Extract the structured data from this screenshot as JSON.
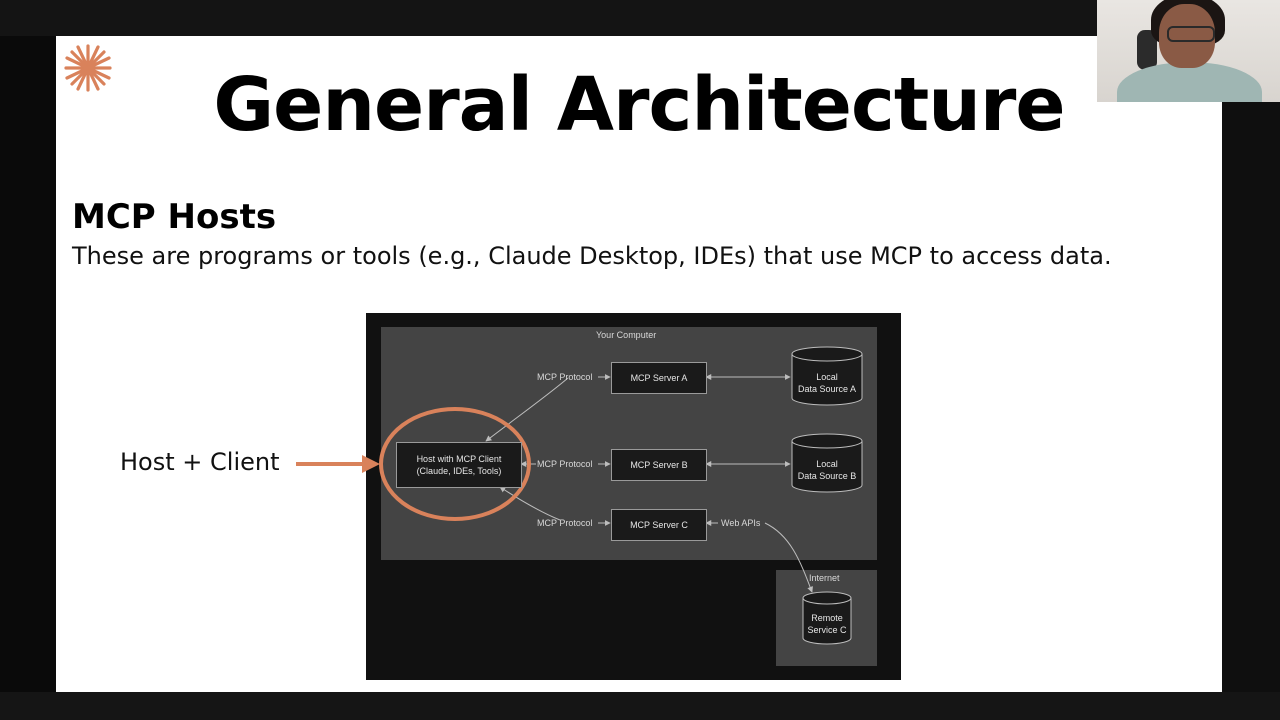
{
  "slide": {
    "title": "General Architecture",
    "subtitle": "MCP Hosts",
    "description": "These are programs or tools (e.g., Claude Desktop, IDEs) that use MCP to access data."
  },
  "annotation": {
    "label": "Host + Client",
    "color": "#d9825b"
  },
  "diagram": {
    "computer_label": "Your Computer",
    "internet_label": "Internet",
    "host": {
      "line1": "Host with MCP Client",
      "line2": "(Claude, IDEs, Tools)"
    },
    "protocol_labels": [
      "MCP Protocol",
      "MCP Protocol",
      "MCP Protocol"
    ],
    "servers": [
      "MCP Server A",
      "MCP Server B",
      "MCP Server C"
    ],
    "sources": [
      {
        "line1": "Local",
        "line2": "Data Source A"
      },
      {
        "line1": "Local",
        "line2": "Data Source B"
      }
    ],
    "web_apis_label": "Web APIs",
    "remote": {
      "line1": "Remote",
      "line2": "Service C"
    }
  },
  "colors": {
    "accent": "#d9825b",
    "diagram_bg": "#111111",
    "panel": "#444444"
  },
  "icons": {
    "logo": "asterisk-star-icon"
  }
}
